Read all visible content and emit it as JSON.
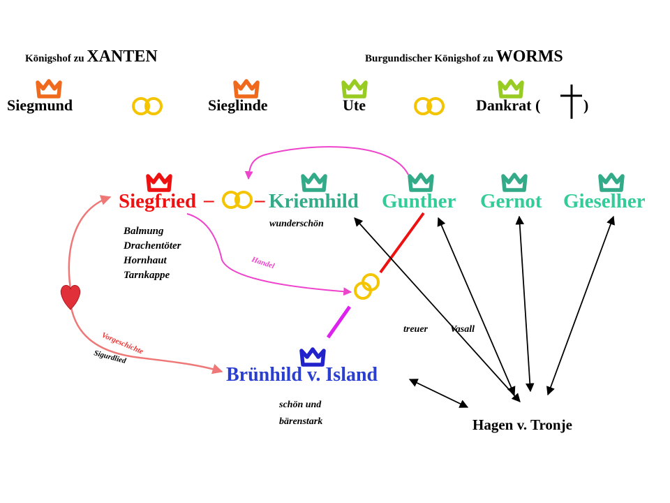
{
  "header": {
    "xanten_prefix": "Königshof zu ",
    "xanten_place": "XANTEN",
    "worms_prefix": "Burgundischer Königshof zu ",
    "worms_place": "WORMS"
  },
  "first_generation": {
    "siegmund": "Siegmund",
    "sieglinde": "Sieglinde",
    "ute": "Ute",
    "dankrat_open": "Dankrat (",
    "dankrat_close": ")"
  },
  "second_generation": {
    "siegfried": "Siegfried",
    "dash_left": "–",
    "dash_right": "–",
    "kriemhild": "Kriemhild",
    "gunther": "Gunther",
    "gernot": "Gernot",
    "gieselher": "Gieselher"
  },
  "notes": {
    "siegfried_attributes": [
      "Balmung",
      "Drachentöter",
      "Hornhaut",
      "Tarnkappe"
    ],
    "kriemhild_attribute": "wunderschön",
    "bruenhild_attributes": [
      "schön und",
      "bärenstark"
    ],
    "vassal_treuer": "treuer",
    "vassal_vasall": "Vasall"
  },
  "arrow_labels": {
    "handel": "Handel",
    "vorgeschichte": "Vorgeschichte",
    "sigurdlied": "Sigurdlied"
  },
  "bruenhild": "Brünhild v. Island",
  "hagen": "Hagen v. Tronje",
  "colors": {
    "xanten_crown": "#f06a1e",
    "worms_elder_crown": "#99cc22",
    "siegfried": "#ee1111",
    "burgund_young": "#33aa88",
    "bruenhild": "#2222cc",
    "ring": "#f5c400",
    "pink_arrow": "#ee44cc",
    "salmon_arrow": "#ee7777",
    "red_bar": "#ee1111",
    "magenta_bar": "#dd22ee"
  }
}
